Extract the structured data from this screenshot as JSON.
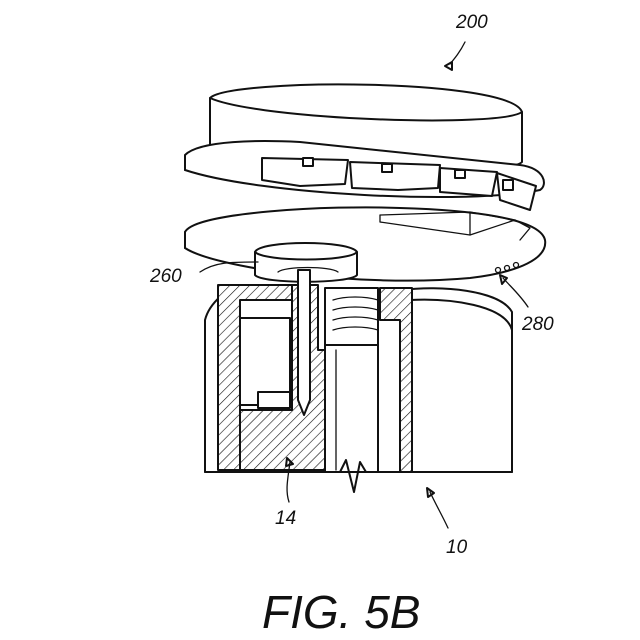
{
  "figure": {
    "caption": "FIG. 5B",
    "reference_numerals": {
      "ref_200": "200",
      "ref_260": "260",
      "ref_280": "280",
      "ref_14": "14",
      "ref_10": "10"
    }
  },
  "colors": {
    "line": "#111111",
    "background": "#ffffff"
  }
}
